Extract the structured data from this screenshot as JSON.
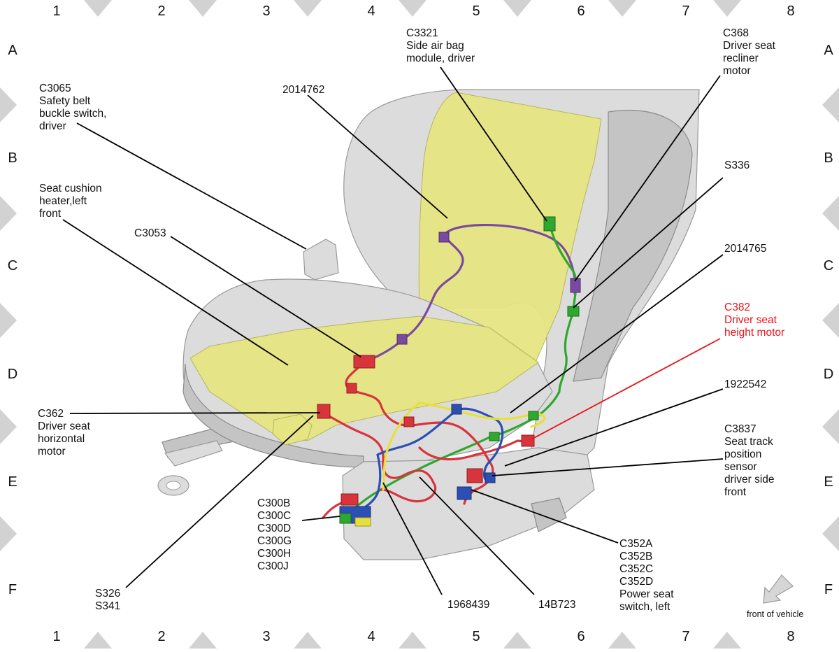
{
  "grid": {
    "columns": [
      "1",
      "2",
      "3",
      "4",
      "5",
      "6",
      "7",
      "8"
    ],
    "rows": [
      "A",
      "B",
      "C",
      "D",
      "E",
      "F"
    ]
  },
  "callouts": [
    {
      "id": "c3321",
      "lines": [
        "C3321",
        "Side air bag",
        "module, driver"
      ],
      "red": false
    },
    {
      "id": "c368",
      "lines": [
        "C368",
        "Driver seat",
        "recliner",
        "motor"
      ],
      "red": false
    },
    {
      "id": "c3065",
      "lines": [
        "C3065",
        "Safety belt",
        "buckle switch,",
        "driver"
      ],
      "red": false
    },
    {
      "id": "n2014762",
      "lines": [
        "2014762"
      ],
      "red": false
    },
    {
      "id": "s336",
      "lines": [
        "S336"
      ],
      "red": false
    },
    {
      "id": "seat-cushion-heater",
      "lines": [
        "Seat cushion",
        "heater,left",
        "front"
      ],
      "red": false
    },
    {
      "id": "c3053",
      "lines": [
        "C3053"
      ],
      "red": false
    },
    {
      "id": "n2014765",
      "lines": [
        "2014765"
      ],
      "red": false
    },
    {
      "id": "c382",
      "lines": [
        "C382",
        "Driver seat",
        "height motor"
      ],
      "red": true
    },
    {
      "id": "n1922542",
      "lines": [
        "1922542"
      ],
      "red": false
    },
    {
      "id": "c362",
      "lines": [
        "C362",
        "Driver seat",
        "horizontal",
        "motor"
      ],
      "red": false
    },
    {
      "id": "c3837",
      "lines": [
        "C3837",
        "Seat track",
        "position",
        "sensor",
        "driver side",
        "front"
      ],
      "red": false
    },
    {
      "id": "c300",
      "lines": [
        "C300B",
        "C300C",
        "C300D",
        "C300G",
        "C300H",
        "C300J"
      ],
      "red": false
    },
    {
      "id": "c352",
      "lines": [
        "C352A",
        "C352B",
        "C352C",
        "C352D",
        "Power seat",
        "switch, left"
      ],
      "red": false
    },
    {
      "id": "s326",
      "lines": [
        "S326",
        "S341"
      ],
      "red": false
    },
    {
      "id": "n1968439",
      "lines": [
        "1968439"
      ],
      "red": false
    },
    {
      "id": "n14b723",
      "lines": [
        "14B723"
      ],
      "red": false
    }
  ],
  "front_of_vehicle": "front of vehicle",
  "colors": {
    "wire_red": "#d8343c",
    "wire_purple": "#7b4aa0",
    "wire_green": "#2ea82e",
    "wire_blue": "#2b4fb5",
    "wire_yellow": "#e8e03a",
    "pad_yellow": "#e6e684",
    "callout_red": "#e8141a"
  }
}
